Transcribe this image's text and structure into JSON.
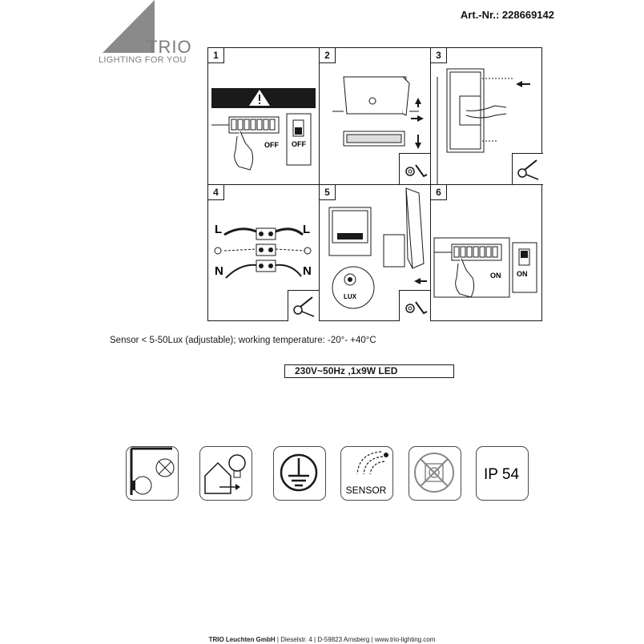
{
  "brand": {
    "name": "TRIO",
    "tagline": "LIGHTING FOR YOU"
  },
  "article_number": "Art.-Nr.: 228669142",
  "steps": [
    {
      "number": "1",
      "labels": [
        "OFF",
        "OFF"
      ]
    },
    {
      "number": "2"
    },
    {
      "number": "3"
    },
    {
      "number": "4",
      "labels": [
        "L",
        "L",
        "N",
        "N"
      ]
    },
    {
      "number": "5",
      "labels": [
        "LUX"
      ]
    },
    {
      "number": "6",
      "labels": [
        "ON",
        "ON"
      ]
    }
  ],
  "sensor_note": "Sensor < 5-50Lux (adjustable); working temperature: -20°- +40°C",
  "spec": "230V~50Hz ,1x9W LED",
  "icons": [
    {
      "name": "luminaire-class-icon"
    },
    {
      "name": "indoor-outdoor-icon"
    },
    {
      "name": "protective-earth-icon"
    },
    {
      "name": "sensor-icon",
      "label": "SENSOR"
    },
    {
      "name": "no-dimmer-icon"
    },
    {
      "name": "ip-rating-icon",
      "label": "IP 54"
    }
  ],
  "footer": {
    "company": "TRIO Leuchten GmbH",
    "street": "Dieselstr. 4",
    "city": "D-59823 Arnsberg",
    "web": "www.trio-lighting.com",
    "sep": "|"
  }
}
